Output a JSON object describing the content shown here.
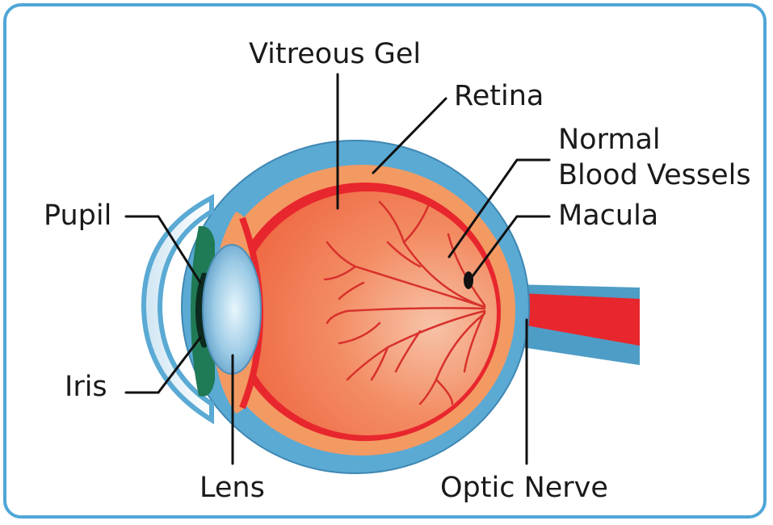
{
  "labels": {
    "vitreous_gel": "Vitreous Gel",
    "retina": "Retina",
    "normal_blood_vessels_line1": "Normal",
    "normal_blood_vessels_line2": "Blood Vessels",
    "macula": "Macula",
    "pupil": "Pupil",
    "iris": "Iris",
    "lens": "Lens",
    "optic_nerve": "Optic Nerve"
  },
  "colors": {
    "frame": "#4fa6d8",
    "sclera": "#5aaad4",
    "choroid": "#f39a63",
    "retina_red": "#e8262d",
    "vitreous": "#f2704c",
    "lens": "#a9d6ee",
    "iris": "#1f7a55",
    "pupil": "#0d2a1e"
  }
}
